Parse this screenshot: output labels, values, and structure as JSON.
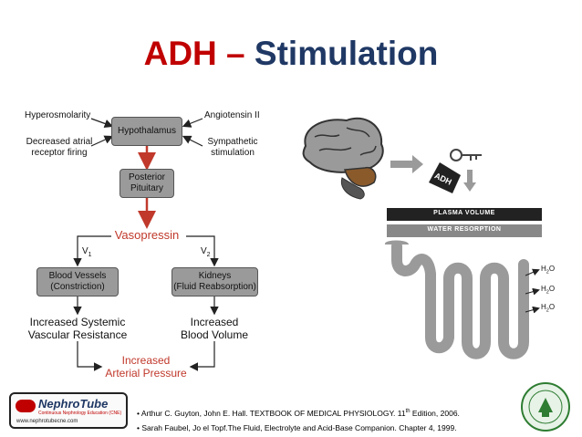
{
  "title": {
    "part1": "ADH",
    "dash": " – ",
    "part2": "Stimulation"
  },
  "flow": {
    "hyperosmolarity": "Hyperosmolarity",
    "angiotensin": "Angiotensin II",
    "hypothalamus": "Hypothalamus",
    "decreased_atrial": "Decreased atrial",
    "receptor_firing": "receptor firing",
    "sympathetic": "Sympathetic",
    "stimulation": "stimulation",
    "posterior": "Posterior",
    "pituitary": "Pituitary",
    "vasopressin": "Vasopressin",
    "v1": "V",
    "v1_sub": "1",
    "v2": "V",
    "v2_sub": "2",
    "blood_vessels": "Blood Vessels",
    "constriction": "(Constriction)",
    "kidneys": "Kidneys",
    "fluid_reabsorption": "(Fluid Reabsorption)",
    "increased_systemic": "Increased Systemic",
    "vascular_resistance": "Vascular Resistance",
    "increased": "Increased",
    "blood_volume": "Blood Volume",
    "increased_arterial_1": "Increased",
    "increased_arterial_2": "Arterial Pressure"
  },
  "illustration": {
    "adh_tag": "ADH",
    "plasma_volume": "PLASMA VOLUME",
    "water_resorption": "WATER RESORPTION",
    "h2o": "H",
    "h2o_sub": "2",
    "h2o_o": "O"
  },
  "references": {
    "ref1_pre": "• Arthur C. Guyton, John E. Hall. TEXTBOOK OF MEDICAL PHYSIOLOGY. 11",
    "ref1_sup": "th",
    "ref1_post": " Edition, 2006.",
    "ref2": "• Sarah Faubel, Jo el Topf.The Fluid, Electrolyte and Acid-Base Companion. Chapter 4, 1999."
  },
  "logo": {
    "name": "NephroTube",
    "tagline": "Continuous Nephrology Education (CNE)",
    "url": "www.nephrotubecne.com"
  },
  "colors": {
    "title_red": "#c00000",
    "title_blue": "#1f3864",
    "arrow_red": "#c0392b",
    "box_gray": "#9a9a9a"
  }
}
